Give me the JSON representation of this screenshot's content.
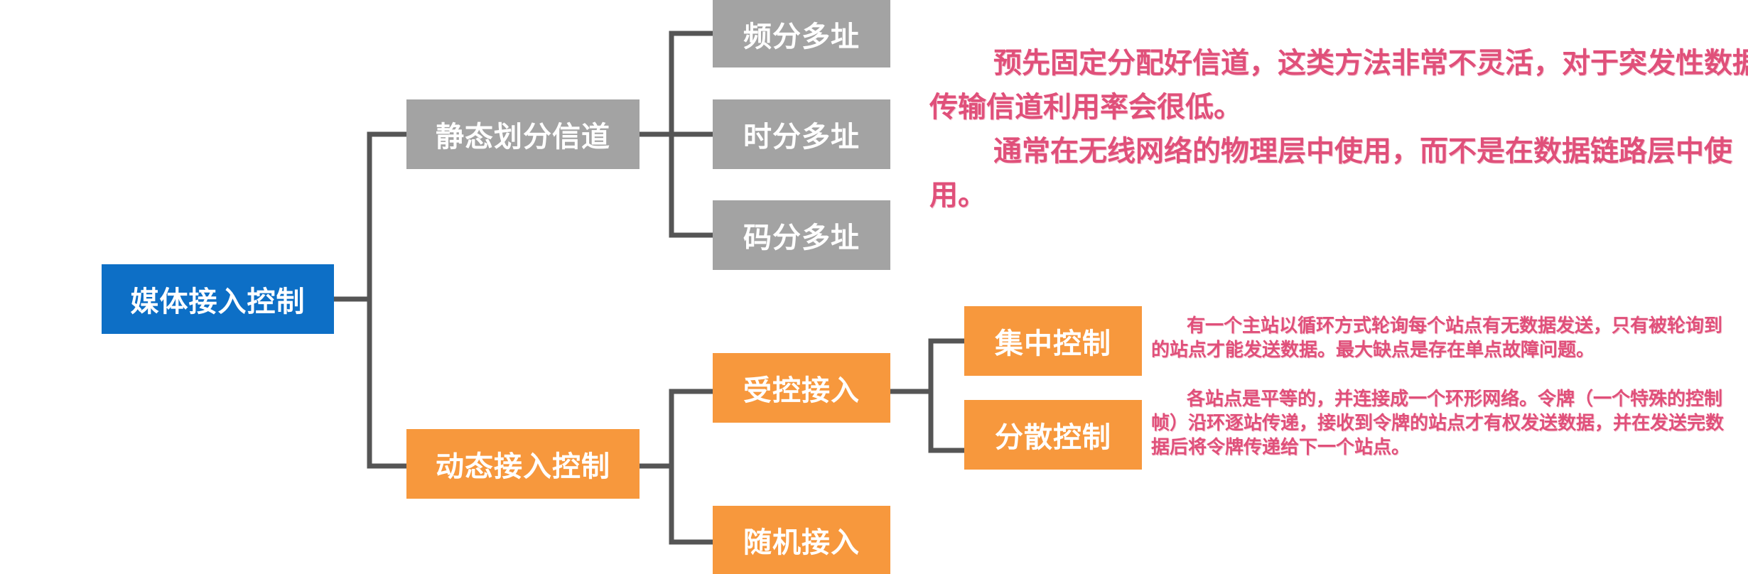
{
  "root": {
    "label": "媒体接入控制"
  },
  "static": {
    "label": "静态划分信道",
    "children": [
      "频分多址",
      "时分多址",
      "码分多址"
    ],
    "note": [
      "预先固定分配好信道，这类方法非常不灵活，对于突发性数据传输信道利用率会很低。",
      "通常在无线网络的物理层中使用，而不是在数据链路层中使用。"
    ]
  },
  "dynamic": {
    "label": "动态接入控制",
    "controlled": {
      "label": "受控接入",
      "children": [
        {
          "label": "集中控制",
          "note": "有一个主站以循环方式轮询每个站点有无数据发送，只有被轮询到的站点才能发送数据。最大缺点是存在单点故障问题。"
        },
        {
          "label": "分散控制",
          "note": "各站点是平等的，并连接成一个环形网络。令牌（一个特殊的控制帧）沿环逐站传递，接收到令牌的站点才有权发送数据，并在发送完数据后将令牌传递给下一个站点。"
        }
      ]
    },
    "random": {
      "label": "随机接入"
    }
  },
  "colors": {
    "blue": "#0d6fc6",
    "grey": "#a3a3a3",
    "orange": "#f7983d",
    "line": "#555555",
    "note": "#e0507a"
  }
}
